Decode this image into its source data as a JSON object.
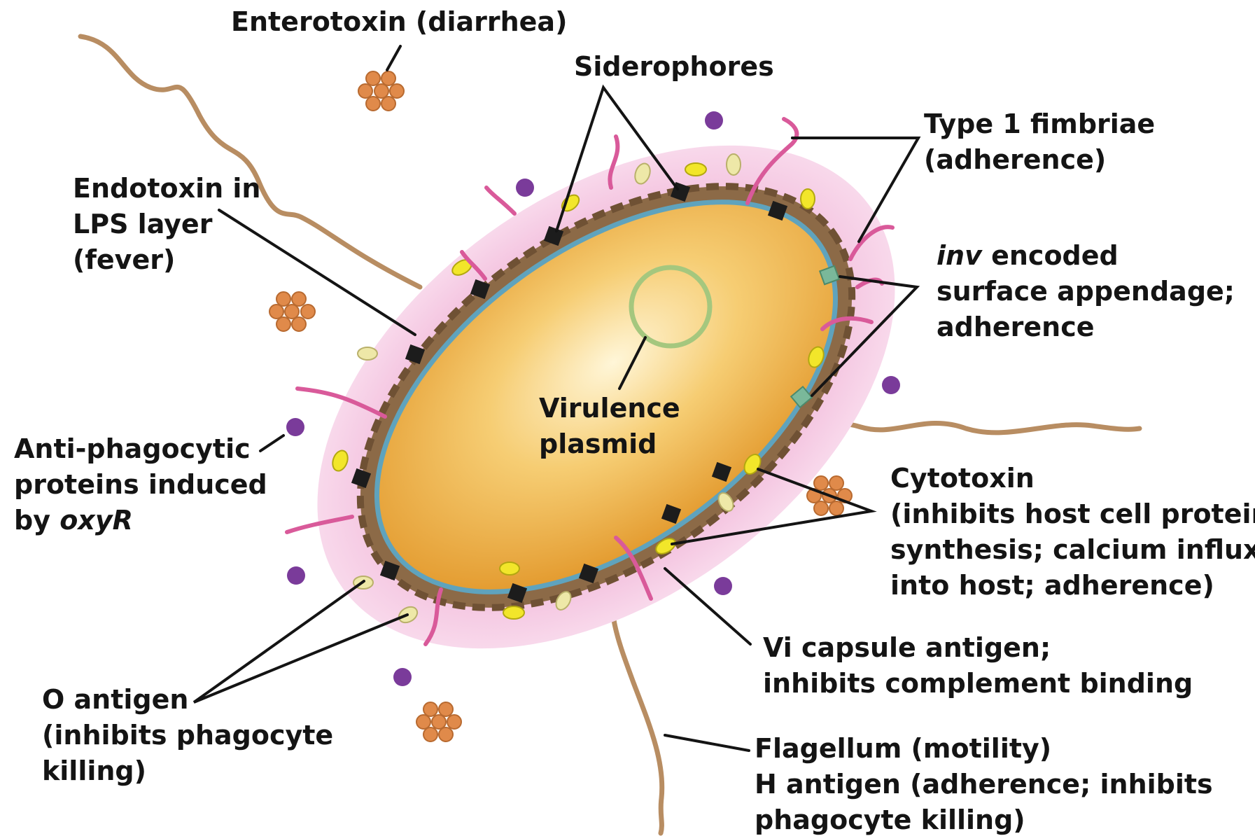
{
  "labels": {
    "enterotoxin": "Enterotoxin (diarrhea)",
    "siderophores": "Siderophores",
    "fimbriae": [
      "Type 1 fimbriae",
      "(adherence)"
    ],
    "endotoxin": [
      "Endotoxin in",
      "LPS layer",
      "(fever)"
    ],
    "inv": {
      "gene": "inv",
      "line1_rest": " encoded",
      "line2": "surface appendage;",
      "line3": "adherence"
    },
    "plasmid": [
      "Virulence",
      "plasmid"
    ],
    "antiphagocytic": {
      "line1": "Anti-phagocytic",
      "line2": "proteins induced",
      "line3_prefix": "by ",
      "gene": "oxyR"
    },
    "cytotoxin": [
      "Cytotoxin",
      "(inhibits host cell protein",
      "synthesis; calcium influx",
      "into host; adherence)"
    ],
    "vi_capsule": [
      "Vi capsule antigen;",
      "inhibits complement binding"
    ],
    "o_antigen": [
      "O antigen",
      "(inhibits phagocyte",
      "killing)"
    ],
    "flagellum": [
      "Flagellum (motility)",
      "H antigen (adherence; inhibits",
      "phagocyte killing)"
    ]
  },
  "colors": {
    "cell_body": "#f0b44a",
    "cell_rim": "#5fa3bd",
    "lps_layer": "#8c6a47",
    "capsule": "#f8d4ea",
    "fimbriae": "#d95a9a",
    "flagella": "#c39a72",
    "siderophore": "#1c1c1c",
    "o_antigen": "#eee8a8",
    "cytotoxin": "#f2e62a",
    "free_molecule": "#7a3b9a",
    "toxin_cluster": "#e08a4a",
    "inv_appendage": "#7ab89a",
    "plasmid": "#a5c77e"
  }
}
